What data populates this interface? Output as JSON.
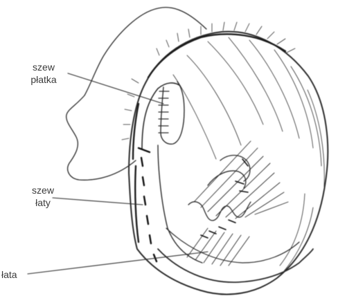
{
  "figure": {
    "kind": "anatomical line drawing (heart valve repair)",
    "ink_color": "#2a2a2a",
    "paper_color": "#ffffff"
  },
  "labels": {
    "leaflet_suture": {
      "line1": "szew",
      "line2": "płatka"
    },
    "patch_suture": {
      "line1": "szew",
      "line2": "łaty"
    },
    "patch": {
      "text": "łata"
    }
  }
}
